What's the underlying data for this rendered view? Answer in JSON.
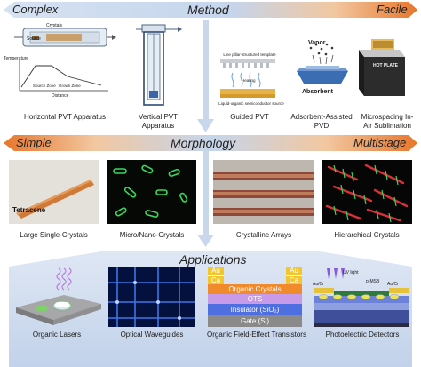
{
  "method": {
    "left": "Complex",
    "title": "Method",
    "right": "Facile",
    "items": [
      {
        "caption": "Horizontal PVT Apparatus"
      },
      {
        "caption": "Vertical PVT Apparatus"
      },
      {
        "caption": "Guided PVT"
      },
      {
        "caption": "Adsorbent-Assisted PVD"
      },
      {
        "caption": "Microspacing In-Air Sublimation"
      }
    ],
    "horizontal_labels": {
      "crystals": "Crystals",
      "source": "Source",
      "temperature": "Temperature",
      "source_zone": "Source Zone",
      "grown_zone": "Grown Zone",
      "distance": "Distance"
    },
    "guided_labels": {
      "template": "Line pillar-structured template",
      "heating": "Heating",
      "source": "Liquid-organic semiconductor source"
    },
    "adsorbent_labels": {
      "vapor": "Vapor",
      "absorbent": "Absorbent"
    },
    "hotplate_label": "HOT PLATE"
  },
  "morphology": {
    "left": "Simple",
    "title": "Morphology",
    "right": "Multistage",
    "items": [
      {
        "caption": "Large Single-Crystals",
        "inner_label": "Tetracene"
      },
      {
        "caption": "Micro/Nano-Crystals"
      },
      {
        "caption": "Crystalline Arrays"
      },
      {
        "caption": "Hierarchical Crystals"
      }
    ]
  },
  "applications": {
    "title": "Applications",
    "items": [
      {
        "caption": "Organic Lasers"
      },
      {
        "caption": "Optical Waveguides"
      },
      {
        "caption": "Organic Field-Effect Transistors"
      },
      {
        "caption": "Photoelectric Detectors"
      }
    ],
    "ofet_layers": {
      "au_left": "Au",
      "au_right": "Au",
      "ca_left": "Ca",
      "ca_right": "Ca",
      "organic": "Organic Crystals",
      "ots": "OTS",
      "insulator": "Insulator (SiO₂)",
      "gate": "Gate (Si)"
    },
    "detector_labels": {
      "uv": "UV light",
      "msb": "p-MSB",
      "aucr_left": "Au/Cr",
      "aucr_right": "Au/Cr"
    }
  },
  "colors": {
    "orange": "#e8762b",
    "blue_light": "#cfdcef",
    "blue_dark": "#9fb6d9"
  }
}
